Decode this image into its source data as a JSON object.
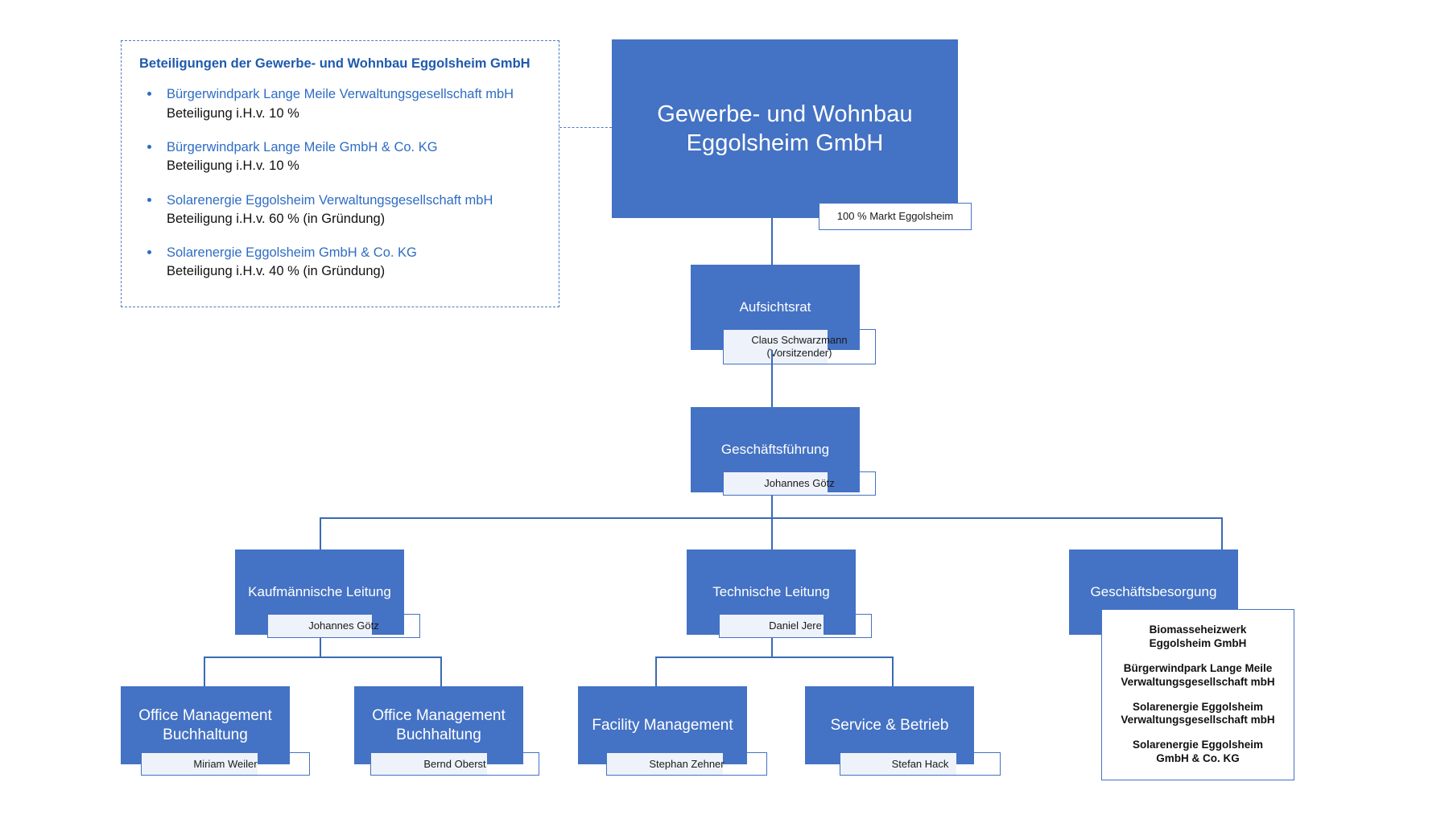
{
  "chart_title": "Organigramm Gewerbe- und Wohnbau Eggolsheim GmbH",
  "colors": {
    "box_blue": "#4472c4",
    "line_blue": "#3a6ab5",
    "legend_blue": "#2e6cc4",
    "legend_title_blue": "#1f5aad",
    "plate_tint": "#eef2fa",
    "background": "#ffffff",
    "text_dark": "#111111"
  },
  "legend": {
    "title": "Beteiligungen der Gewerbe- und Wohnbau Eggolsheim GmbH",
    "items": [
      {
        "name": "Bürgerwindpark Lange Meile Verwaltungsgesellschaft mbH",
        "share": "Beteiligung i.H.v. 10 %"
      },
      {
        "name": "Bürgerwindpark Lange Meile GmbH & Co. KG",
        "share": "Beteiligung i.H.v. 10 %"
      },
      {
        "name": "Solarenergie Eggolsheim Verwaltungsgesellschaft mbH",
        "share": "Beteiligung i.H.v. 60 % (in Gründung)"
      },
      {
        "name": "Solarenergie Eggolsheim GmbH & Co. KG",
        "share": "Beteiligung i.H.v. 40 % (in Gründung)"
      }
    ]
  },
  "root": {
    "title": "Gewerbe- und Wohnbau Eggolsheim GmbH",
    "ownership_label": "100 % Markt Eggolsheim"
  },
  "supervisory_board": {
    "title": "Aufsichtsrat",
    "person": "Claus Schwarzmann (Vorsitzender)",
    "person_line1": "Claus Schwarzmann",
    "person_line2": "(Vorsitzender)"
  },
  "management": {
    "title": "Geschäftsführung",
    "person": "Johannes Götz"
  },
  "divisions": [
    {
      "title": "Kaufmännische Leitung",
      "person": "Johannes Götz"
    },
    {
      "title": "Technische Leitung",
      "person": "Daniel Jere"
    },
    {
      "title": "Geschäftsbesorgung",
      "person": ""
    }
  ],
  "teams": [
    {
      "title": "Office Management Buchhaltung",
      "title_line1": "Office Management",
      "title_line2": "Buchhaltung",
      "person": "Miriam Weiler"
    },
    {
      "title": "Office Management Buchhaltung",
      "title_line1": "Office Management",
      "title_line2": "Buchhaltung",
      "person": "Bernd Oberst"
    },
    {
      "title": "Facility Management",
      "title_line1": "Facility Management",
      "title_line2": "",
      "person": "Stephan Zehner"
    },
    {
      "title": "Service & Betrieb",
      "title_line1": "Service & Betrieb",
      "title_line2": "",
      "person": "Stefan Hack"
    }
  ],
  "managed_companies": {
    "items": [
      {
        "line1": "Biomasseheizwerk",
        "line2": "Eggolsheim GmbH"
      },
      {
        "line1": "Bürgerwindpark Lange Meile",
        "line2": "Verwaltungsgesellschaft mbH"
      },
      {
        "line1": "Solarenergie Eggolsheim",
        "line2": "Verwaltungsgesellschaft mbH"
      },
      {
        "line1": "Solarenergie Eggolsheim",
        "line2": "GmbH & Co. KG"
      }
    ]
  }
}
